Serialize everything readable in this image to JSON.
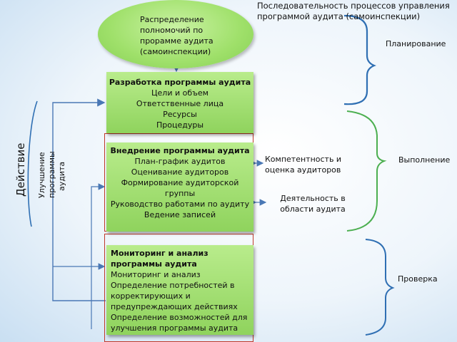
{
  "header": {
    "line1": "Последовательность процессов управления",
    "line2": "программой аудита (самоинспекции)"
  },
  "ellipse": {
    "lines": [
      "Распределение",
      "полномочий по",
      "прорамме аудита",
      "(самоинспекции)"
    ]
  },
  "box_development": {
    "title": "Разработка программы аудита",
    "items": [
      "Цели и объем",
      "Ответственные лица",
      "Ресурсы",
      "Процедуры"
    ]
  },
  "box_implementation": {
    "title": "Внедрение программы аудита",
    "items": [
      "План-график аудитов",
      "Оценивание аудиторов",
      "Формирование аудиторской",
      "группы",
      "Руководство работами по аудиту",
      "Ведение записей"
    ]
  },
  "box_monitoring": {
    "title_line1": "Мониторинг и анализ",
    "title_line2": "программы аудита",
    "items": [
      "Мониторинг и анализ",
      "Определение потребностей в",
      "корректирующих и",
      "предупреждающих действиях",
      "Определение возможностей для",
      "улучшения программы аудита"
    ]
  },
  "side_notes": {
    "competence_line1": "Компетентность и",
    "competence_line2": "оценка аудиторов",
    "activity_line1": "Деятельность в",
    "activity_line2": "области аудита"
  },
  "phases": {
    "planning": "Планирование",
    "execution": "Выполнение",
    "checking": "Проверка"
  },
  "left": {
    "action": "Действие",
    "improve_line1": "Улучшение",
    "improve_line2": "программы",
    "improve_line3": "аудита"
  },
  "colors": {
    "box_green": "#9fdc6e",
    "ellipse_green": "#a6e374",
    "bracket_green": "#4caf50",
    "bracket_blue": "#2f6fb3",
    "frame_red": "#c0392b",
    "arrow_blue": "#4a78b5"
  }
}
